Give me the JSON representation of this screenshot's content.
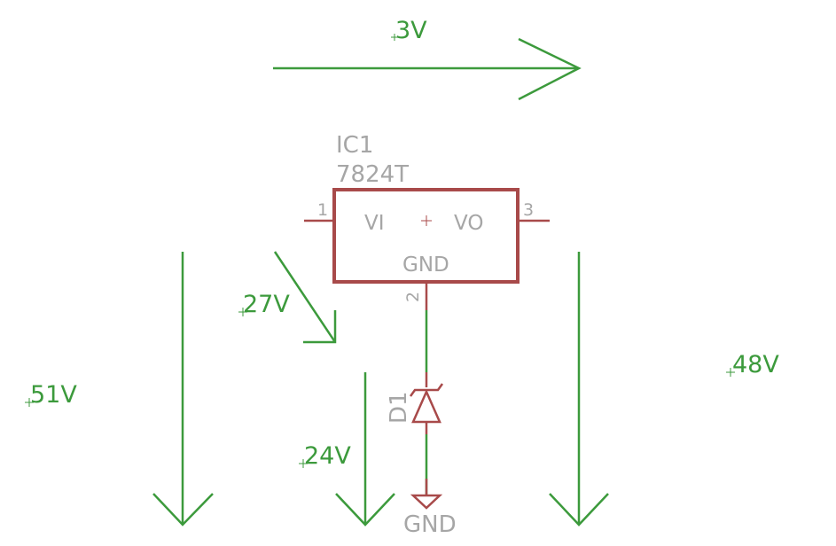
{
  "ic": {
    "name": "IC1",
    "value": "7824T",
    "pin_vi": "VI",
    "pin_vo": "VO",
    "pin_gnd": "GND",
    "pin1": "1",
    "pin2": "2",
    "pin3": "3"
  },
  "diode": {
    "name": "D1"
  },
  "ground": {
    "label": "GND"
  },
  "voltages": {
    "v3": "3V",
    "v27": "27V",
    "v24": "24V",
    "v51": "51V",
    "v48": "48V"
  },
  "colors": {
    "wire": "#3c9a3c",
    "part": "#a84a4a",
    "label": "#a6a6a6"
  }
}
